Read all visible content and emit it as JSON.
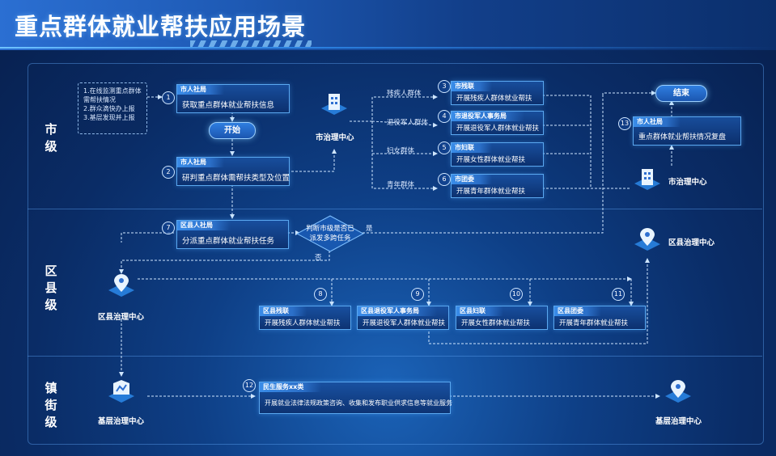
{
  "title": "重点群体就业帮扶应用场景",
  "levels": {
    "city": "市\n级",
    "county": "区\n县\n级",
    "town": "镇\n街\n级"
  },
  "notes": [
    "1.在线监测重点群体\n需帮扶情况",
    "2.群众滴快办上报",
    "3.基层发现并上报"
  ],
  "start_label": "开始",
  "end_label": "结束",
  "steps": {
    "s1": {
      "num": "1",
      "head": "市人社局",
      "body": "获取重点群体就业帮扶信息"
    },
    "s2": {
      "num": "2",
      "head": "市人社局",
      "body": "研判重点群体需帮扶类型及位置"
    },
    "s3": {
      "num": "3",
      "head": "市残联",
      "body": "开展残疾人群体就业帮扶"
    },
    "s4": {
      "num": "4",
      "head": "市退役军人事务局",
      "body": "开展退役军人群体就业帮扶"
    },
    "s5": {
      "num": "5",
      "head": "市妇联",
      "body": "开展女性群体就业帮扶"
    },
    "s6": {
      "num": "6",
      "head": "市团委",
      "body": "开展青年群体就业帮扶"
    },
    "s7": {
      "num": "7",
      "head": "区县人社局",
      "body": "分派重点群体就业帮扶任务"
    },
    "s8": {
      "num": "8",
      "head": "区县残联",
      "body": "开展残疾人群体就业帮扶"
    },
    "s9": {
      "num": "9",
      "head": "区县退役军人事务局",
      "body": "开展退役军人群体就业帮扶"
    },
    "s10": {
      "num": "10",
      "head": "区县妇联",
      "body": "开展女性群体就业帮扶"
    },
    "s11": {
      "num": "11",
      "head": "区县团委",
      "body": "开展青年群体就业帮扶"
    },
    "s12": {
      "num": "12",
      "head": "民生服务xx类",
      "body": "开展就业法律法规政策咨询、收集和发布职业供求信息等就业服务"
    },
    "s13": {
      "num": "13",
      "head": "市人社局",
      "body": "重点群体就业帮扶情况复盘"
    }
  },
  "groups": [
    "残疾人群体",
    "退役军人群体",
    "妇女群体",
    "青年群体"
  ],
  "decision": {
    "text": "判断市级是否已\n派发多跨任务",
    "yes": "是",
    "no": "否"
  },
  "centers": {
    "city_left": "市治理中心",
    "city_right": "市治理中心",
    "county_right": "区县治理中心",
    "county_left": "区县治理中心",
    "town_left": "基层治理中心",
    "town_right": "基层治理中心"
  },
  "colors": {
    "accent": "#5aa8f0",
    "background": "#0a2c66"
  }
}
